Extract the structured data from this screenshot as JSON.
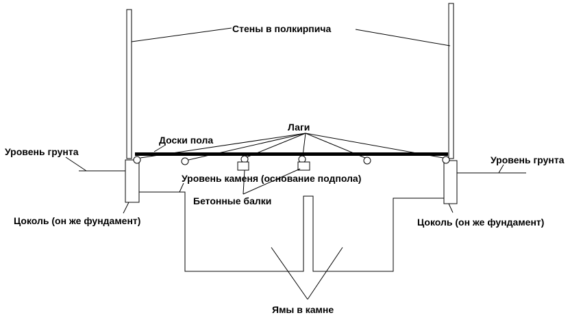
{
  "labels": {
    "walls": "Стены в полкирпича",
    "joists": "Лаги",
    "floor_boards": "Доски пола",
    "ground_level_left": "Уровень грунта",
    "ground_level_right": "Уровень грунта",
    "stone_level": "Уровень каменя (основание подпола)",
    "concrete_beams": "Бетонные балки",
    "plinth_left": "Цоколь (он же фундамент)",
    "plinth_right": "Цоколь (он же фундамент)",
    "pits": "Ямы в камне"
  },
  "colors": {
    "ink": "#000000",
    "background": "#ffffff"
  }
}
